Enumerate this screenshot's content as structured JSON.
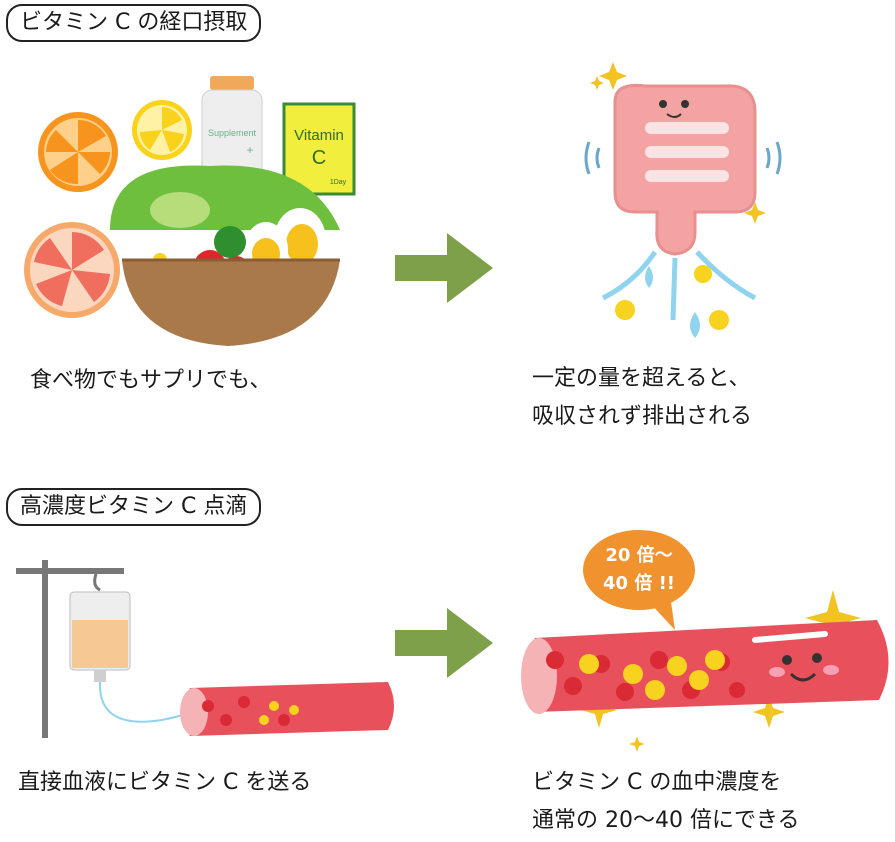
{
  "section_oral": {
    "title": "ビタミン C の経口摂取",
    "left_caption": "食べ物でもサプリでも、",
    "right_caption_line1": "一定の量を超えると、",
    "right_caption_line2": "吸収されず排出される",
    "supplement_label": "Supplement",
    "supplement_plus": "+",
    "vitamin_label_1": "Vitamin",
    "vitamin_label_2": "C",
    "vitamin_day": "1Day"
  },
  "section_iv": {
    "title": "高濃度ビタミン C 点滴",
    "left_caption": "直接血液にビタミン C を送る",
    "right_caption_line1": "ビタミン C の血中濃度を",
    "right_caption_line2": "通常の 20〜40 倍にできる",
    "bubble_line1": "20 倍〜",
    "bubble_line2": "40 倍 !!"
  },
  "colors": {
    "arrow": "#7fa04a",
    "vessel": "#e8505b",
    "blood_cell": "#d92a35",
    "vitamin_ball": "#f7d21e",
    "bubble": "#f0922e",
    "intestine": "#f4a3a3",
    "drop": "#8fd3ee"
  }
}
